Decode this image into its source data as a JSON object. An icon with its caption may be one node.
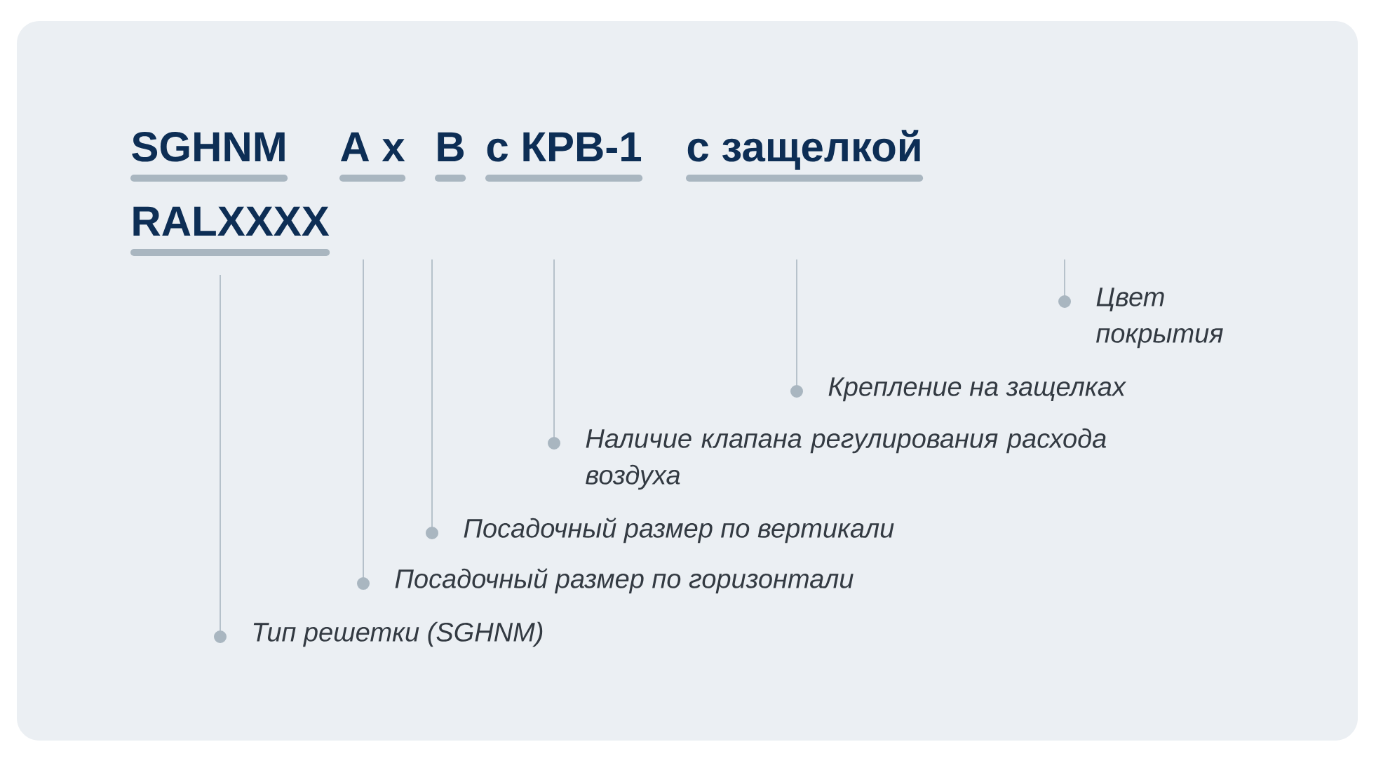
{
  "diagram": {
    "nodes": [
      {
        "text": [
          "SGHNM"
        ]
      },
      {
        "text": [
          "A x"
        ]
      },
      {
        "text": [
          "B"
        ]
      },
      {
        "text": [
          "с КРВ-1"
        ]
      },
      {
        "text": [
          "с защелкой"
        ]
      },
      {
        "text": [
          "RALXXXX"
        ]
      },
      {
        "text": [
          "Тип решетки (SGHNM)"
        ]
      },
      {
        "text": [
          "Посадочный размер по горизонтали"
        ]
      },
      {
        "text": [
          "Посадочный размер по вертикали"
        ]
      },
      {
        "text": [
          "Наличие клапана регулирования расхода воздуха"
        ]
      },
      {
        "text": [
          "Крепление на защелках"
        ]
      },
      {
        "text": [
          "Цвет покрытия"
        ]
      }
    ],
    "edges": [
      {
        "from": null,
        "to": 6,
        "arrow": "other"
      },
      {
        "from": null,
        "to": 7,
        "arrow": "other"
      },
      {
        "from": null,
        "to": 8,
        "arrow": "other"
      },
      {
        "from": null,
        "to": 9,
        "arrow": "other"
      },
      {
        "from": null,
        "to": 10,
        "arrow": "other"
      },
      {
        "from": null,
        "to": 11,
        "arrow": "other"
      }
    ]
  }
}
